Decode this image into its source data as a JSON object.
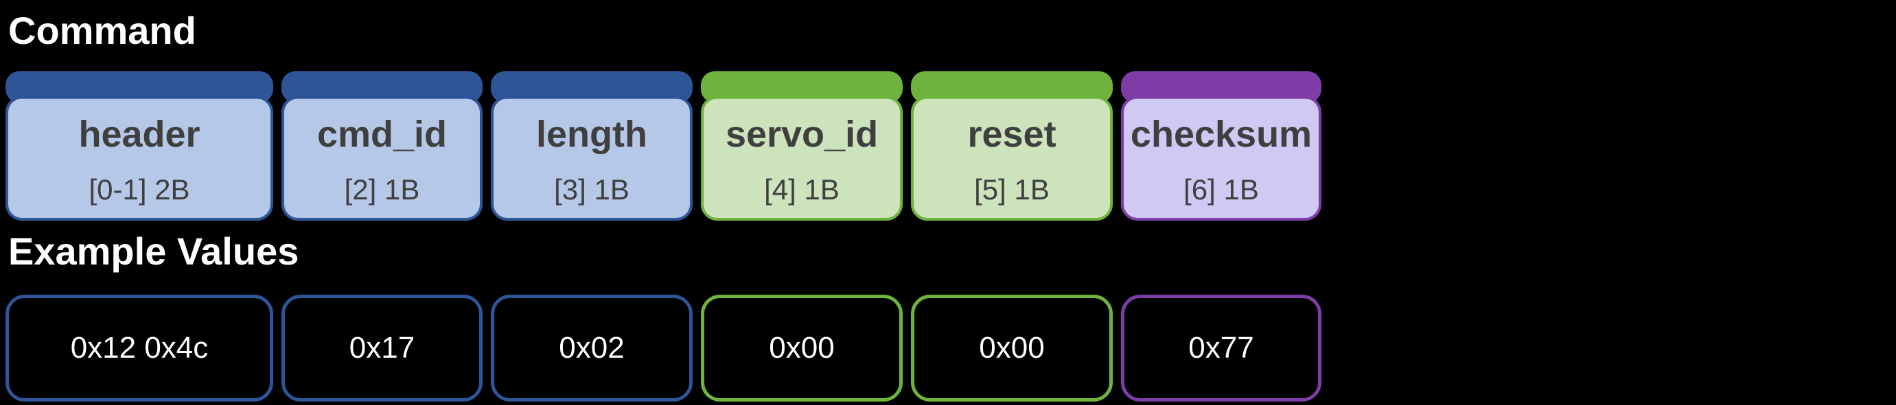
{
  "titles": {
    "command": "Command",
    "example_values": "Example Values"
  },
  "packet_fields": [
    {
      "name": "header",
      "byte_info": "[0-1] 2B",
      "example_value": "0x12 0x4c",
      "group": "blue"
    },
    {
      "name": "cmd_id",
      "byte_info": "[2] 1B",
      "example_value": "0x17",
      "group": "blue"
    },
    {
      "name": "length",
      "byte_info": "[3] 1B",
      "example_value": "0x02",
      "group": "blue"
    },
    {
      "name": "servo_id",
      "byte_info": "[4] 1B",
      "example_value": "0x00",
      "group": "green"
    },
    {
      "name": "reset",
      "byte_info": "[5] 1B",
      "example_value": "0x00",
      "group": "green"
    },
    {
      "name": "checksum",
      "byte_info": "[6] 1B",
      "example_value": "0x77",
      "group": "purple"
    }
  ],
  "color_groups": {
    "blue": {
      "dark": "#2e5597",
      "light": "#b6c8e8"
    },
    "green": {
      "dark": "#6eb33e",
      "light": "#cde3bc"
    },
    "purple": {
      "dark": "#7e3da6",
      "light": "#cfc9f3"
    }
  },
  "text_colors": {
    "title_text": "#ffffff",
    "field_label": "#3f3f3f",
    "value_text": "#ffffff",
    "background": "#000000"
  }
}
